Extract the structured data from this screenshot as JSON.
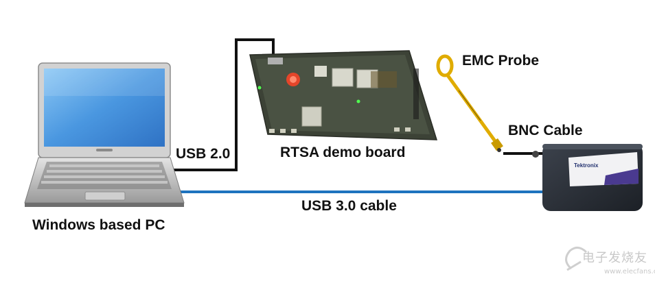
{
  "labels": {
    "pc": "Windows based PC",
    "usb2": "USB 2.0",
    "board": "RTSA demo board",
    "emc_probe": "EMC Probe",
    "bnc_cable": "BNC Cable",
    "usb3": "USB 3.0 cable"
  },
  "device_brand": "Tektronix",
  "watermark": {
    "text": "电子发烧友",
    "url": "www.elecfans.com"
  },
  "colors": {
    "usb3_cable": "#1e73be",
    "usb2_cable": "#111111",
    "probe": "#e0ac00",
    "laptop_screen": "#5aa6e8",
    "device_body": "#2a2f38",
    "board": "#3c4236"
  }
}
